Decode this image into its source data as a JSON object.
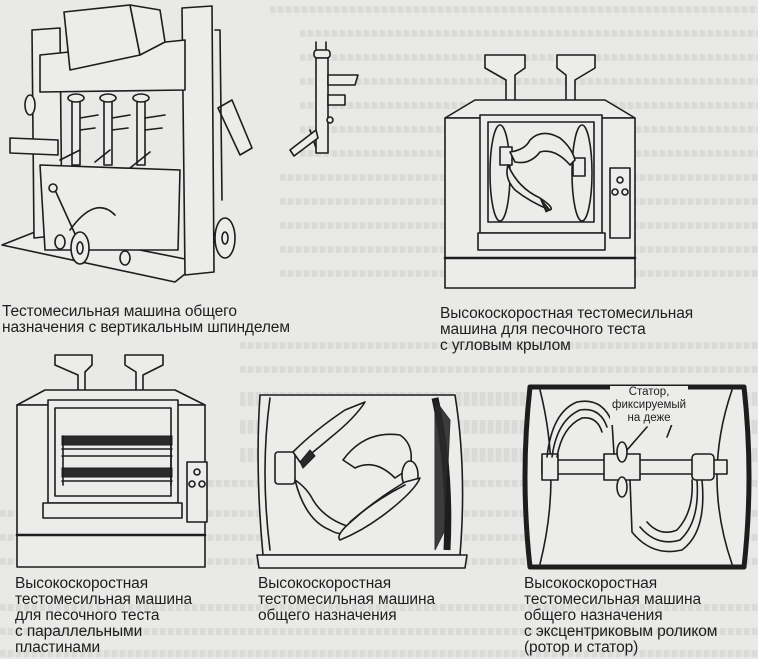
{
  "page": {
    "type": "scanned-textbook-page",
    "figures": [
      {
        "id": "vertical-spindle-mixer",
        "caption": "Тестомесильная машина общего\nназначения с вертикальным шпинделем"
      },
      {
        "id": "angled-wing-mixer",
        "caption": "Высокоскоростная тестомесильная\nмашина для песочного теста\nс угловым крылом"
      },
      {
        "id": "parallel-plates-mixer",
        "caption": "Высокоскоростная\nтестомесильная машина\nдля песочного теста\nс параллельными\nпластинами"
      },
      {
        "id": "general-purpose-highspeed-mixer",
        "caption": "Высокоскоростная\nтестомесильная машина\nобщего назначения"
      },
      {
        "id": "eccentric-roller-mixer",
        "caption": "Высокоскоростная\nтестомесильная машина\nобщего назначения\nс эксцентриковым роликом\n(ротор и статор)",
        "callout": "Статор,\nфиксируемый\nна деже"
      }
    ]
  }
}
